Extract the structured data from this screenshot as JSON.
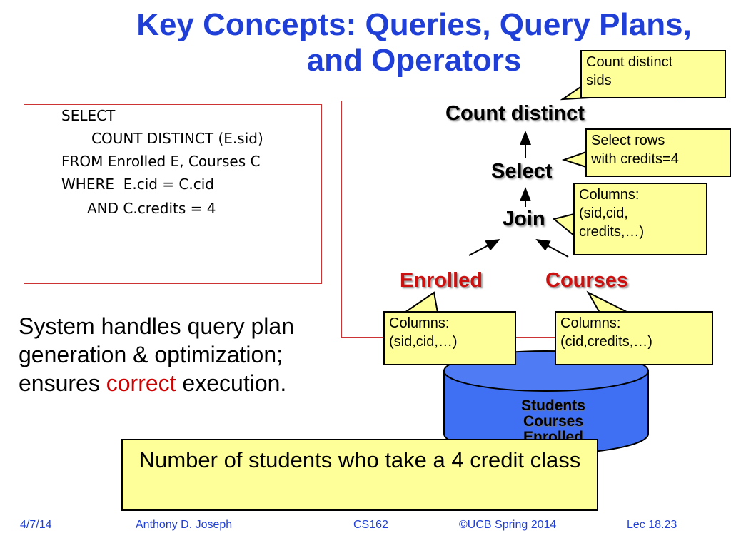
{
  "title": {
    "line1": "Key Concepts: Queries, Query Plans,",
    "line2": "and Operators"
  },
  "sql": {
    "lines": [
      "SELECT",
      "COUNT DISTINCT (E.sid)",
      "FROM Enrolled E, Courses C",
      "WHERE  E.cid = C.cid",
      "AND C.credits = 4"
    ]
  },
  "plan": {
    "count_distinct": "Count distinct",
    "select": "Select",
    "join": "Join",
    "enrolled": "Enrolled",
    "courses": "Courses"
  },
  "callouts": {
    "count_distinct": "Count distinct\nsids",
    "select": "Select rows\nwith credits=4",
    "join": "Columns:\n(sid,cid,\ncredits,…)",
    "enrolled": "Columns:\n(sid,cid,…)",
    "courses": "Columns:\n(cid,credits,…)"
  },
  "description": {
    "before": "System handles query plan generation & optimization; ensures ",
    "highlight": "correct",
    "after": " execution."
  },
  "database": {
    "tables": [
      "Students",
      "Courses",
      "Enrolled"
    ]
  },
  "bottom_note": "Number of students who take a 4 credit class",
  "footer": {
    "date": "4/7/14",
    "author": "Anthony D. Joseph",
    "course": "CS162",
    "copyright": "©UCB Spring 2014",
    "lecture": "Lec 18.23"
  },
  "colors": {
    "title_blue": "#1f3fd6",
    "highlight_red": "#cc1111",
    "callout_yellow": "#ffff99",
    "db_blue": "#3f6ff2"
  }
}
